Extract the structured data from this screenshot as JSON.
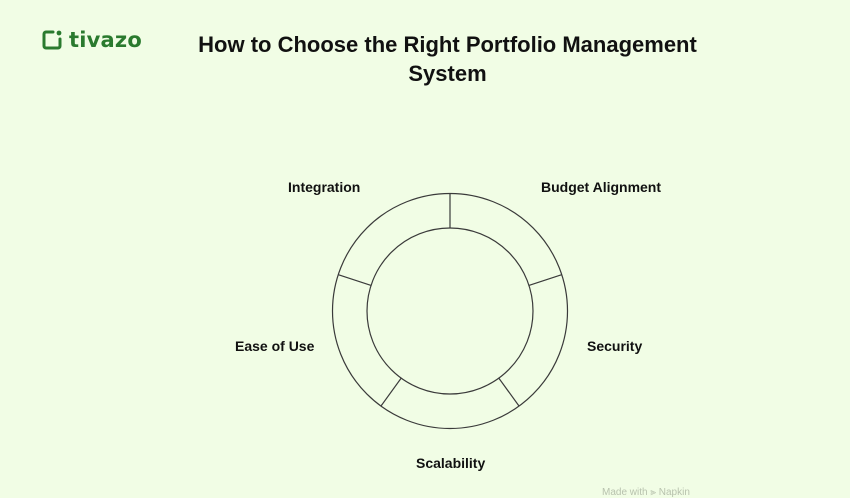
{
  "brand": {
    "name": "tivazo",
    "icon": "tivazo-logo-icon",
    "color": "#2a7a2e"
  },
  "title": "How to Choose the Right Portfolio Management System",
  "diagram": {
    "type": "cycle",
    "stroke_color": "#3a3a3a",
    "segments": [
      {
        "label": "Budget Alignment"
      },
      {
        "label": "Security"
      },
      {
        "label": "Scalability"
      },
      {
        "label": "Ease of Use"
      },
      {
        "label": "Integration"
      }
    ]
  },
  "footer": {
    "text": "Made with ⫸ Napkin"
  },
  "colors": {
    "background": "#f1fde5",
    "text": "#111111"
  }
}
